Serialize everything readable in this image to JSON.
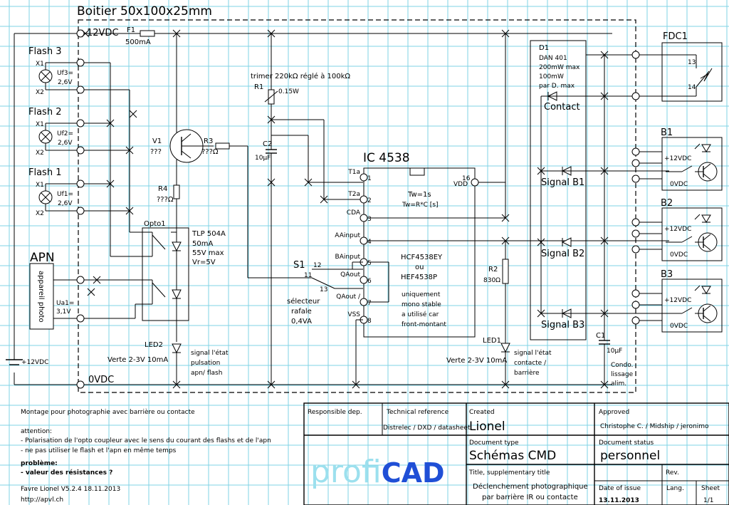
{
  "colors": {
    "grid": "#7fd3e6",
    "ink": "#000000",
    "logo_light": "#9ce0ee",
    "logo_dark": "#1f4fd6"
  },
  "schematic": {
    "enclosure_title": "Boitier 50x100x25mm",
    "rail_12v": "12VDC",
    "rail_0v": "0VDC",
    "fuse": {
      "ref": "F1",
      "value": "500mA"
    },
    "flashes": [
      {
        "name": "Flash 3",
        "pin1": "X1",
        "pin2": "X2",
        "voltage_label": "Uf3=",
        "voltage": "2,6V"
      },
      {
        "name": "Flash 2",
        "pin1": "X1",
        "pin2": "X2",
        "voltage_label": "Uf2=",
        "voltage": "2,6V"
      },
      {
        "name": "Flash 1",
        "pin1": "X1",
        "pin2": "X2",
        "voltage_label": "Uf1=",
        "voltage": "2,6V"
      }
    ],
    "apn": {
      "title": "APN",
      "device": "appareil photo",
      "voltage_label": "Ua1=",
      "voltage": "3,1V"
    },
    "transistor": {
      "ref": "V1",
      "value": "???"
    },
    "r3": {
      "ref": "R3",
      "value": "???Ω"
    },
    "r4": {
      "ref": "R4",
      "value": "???Ω"
    },
    "opto": {
      "ref": "Opto1",
      "part": "TLP 504A",
      "spec1": "50mA",
      "spec2": "55V max",
      "spec3": "Vr=5V"
    },
    "led2": {
      "ref": "LED2",
      "rating": "Verte 2-3V 10mA",
      "note1": "signal l'état",
      "note2": "pulsation",
      "note3": "apn/ flash"
    },
    "battery_label": "+12VDC",
    "trimmer": {
      "note": "trimer  220kΩ réglé à 100kΩ",
      "ref": "R1",
      "power": "0.15W"
    },
    "c2": {
      "ref": "C2",
      "value": "10µF"
    },
    "ic": {
      "title": "IC 4538",
      "pins_left": [
        {
          "name": "T1a",
          "num": "1"
        },
        {
          "name": "T2a",
          "num": "2"
        },
        {
          "name": "CDA",
          "num": "3"
        },
        {
          "name": "AAinput",
          "num": "4"
        },
        {
          "name": "BAinput",
          "num": "5"
        },
        {
          "name": "QAout",
          "num": "6"
        },
        {
          "name": "QAout /",
          "num": "7"
        },
        {
          "name": "VSS",
          "num": "8"
        }
      ],
      "vdd_name": "VDD",
      "vdd_num": "16",
      "formula1": "Tw=1s",
      "formula2": "Tw=R*C [s]",
      "part1": "HCF4538EY",
      "part_or": "ou",
      "part2": "HEF4538P",
      "note1": "uniquement",
      "note2": "mono stable",
      "note3": "a utilisé car",
      "note4": "front-montant"
    },
    "s1": {
      "ref": "S1",
      "pin12": "12",
      "pin11": "11",
      "pin13": "13",
      "label1": "sélecteur",
      "label2": "rafale",
      "rating": "0,4VA"
    },
    "r2": {
      "ref": "R2",
      "value": "830Ω"
    },
    "led1": {
      "ref": "LED1",
      "rating": "Verte 2-3V 10mA",
      "note1": "signal l'état",
      "note2": "contacte /",
      "note3": "barrière"
    },
    "d1": {
      "ref": "D1",
      "part": "DAN 401",
      "spec1": "200mW max",
      "spec2": "100mW",
      "spec3": "par D. max"
    },
    "contact_label": "Contact",
    "signals": [
      "Signal B1",
      "Signal B2",
      "Signal B3"
    ],
    "c1": {
      "ref": "C1",
      "value": "10µF",
      "note1": "Condo.",
      "note2": "lissage",
      "note3": "alim."
    },
    "fdc": {
      "ref": "FDC1",
      "pin13": "13",
      "pin14": "14"
    },
    "barriers": [
      {
        "ref": "B1",
        "plus": "+12VDC",
        "zero": "0VDC"
      },
      {
        "ref": "B2",
        "plus": "+12VDC",
        "zero": "0VDC"
      },
      {
        "ref": "B3",
        "plus": "+12VDC",
        "zero": "0VDC"
      }
    ]
  },
  "notes": {
    "line1": "Montage pour photographie avec barrière ou contacte",
    "attention": "attention:",
    "bullet1": "- Polarisation de l'opto coupleur avec le sens du courant des flashs et de l'apn",
    "bullet2": "- ne pas utiliser le flash et l'apn en même temps",
    "problem": "problème:",
    "problem1": "- valeur des résistances ?",
    "author": "Favre Lionel V5.2.4 18.11.2013",
    "url": "http://apvl.ch"
  },
  "title_block": {
    "responsible_label": "Responsible dep.",
    "techref_label": "Technical reference",
    "techref_value": "Distrelec / DXD / datasheet",
    "created_label": "Created",
    "created_value": "Lionel",
    "approved_label": "Approved",
    "approved_value": "Christophe C. / Midship / jeronimo",
    "doctype_label": "Document type",
    "doctype_value": "Schémas CMD",
    "docstatus_label": "Document status",
    "docstatus_value": "personnel",
    "logo_light": "profi",
    "logo_dark": "CAD",
    "title_label": "Title, supplementary title",
    "title_line1": "Déclenchement photographique",
    "title_line2": "par barrière IR ou contacte",
    "rev_label": "Rev.",
    "date_label": "Date of issue",
    "date_value": "13.11.2013",
    "lang_label": "Lang.",
    "sheet_label": "Sheet",
    "sheet_value": "1/1"
  }
}
